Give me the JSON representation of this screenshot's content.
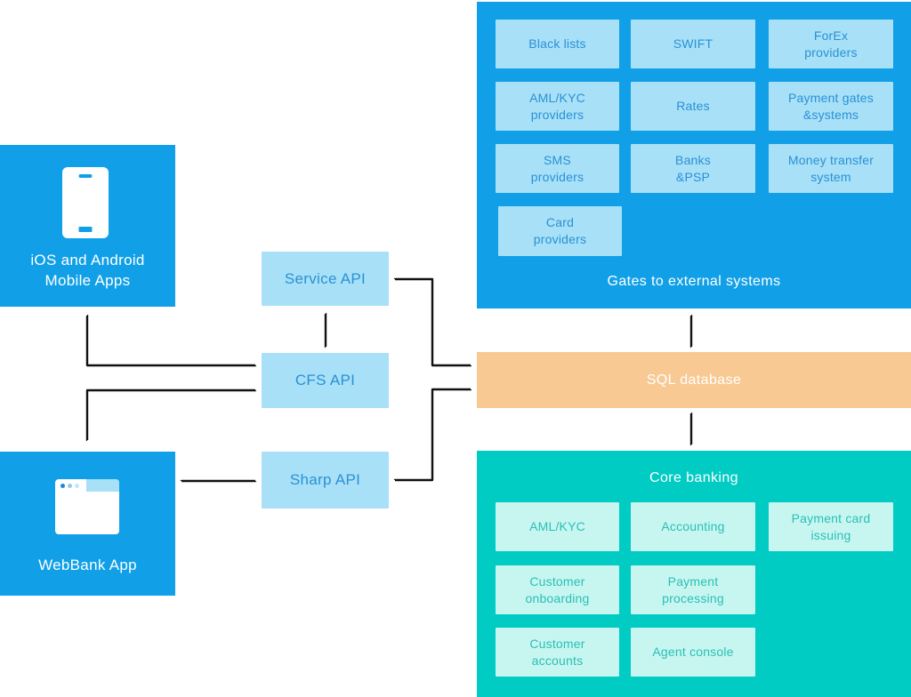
{
  "colors": {
    "blue": "#11A0E7",
    "light_blue": "#A8E0F7",
    "blue_text": "#2991D6",
    "orange": "#F8C992",
    "teal": "#00CCC3",
    "light_cyan": "#C7F6F1",
    "teal_text": "#2ABFB4",
    "arrow": "#111111",
    "white": "#FFFFFF"
  },
  "mobile_apps": {
    "label": "iOS and Android\nMobile Apps"
  },
  "webbank": {
    "label": "WebBank App"
  },
  "apis": {
    "service": "Service API",
    "cfs": "CFS API",
    "sharp": "Sharp API"
  },
  "sql": {
    "label": "SQL database"
  },
  "gates": {
    "title": "Gates to external systems",
    "items": [
      {
        "label": "Black lists"
      },
      {
        "label": "SWIFT"
      },
      {
        "label": "ForEx\nproviders"
      },
      {
        "label": "AML/KYC\nproviders"
      },
      {
        "label": "Rates"
      },
      {
        "label": "Payment gates\n&systems"
      },
      {
        "label": "SMS\nproviders"
      },
      {
        "label": "Banks\n&PSP"
      },
      {
        "label": "Money transfer\nsystem"
      },
      {
        "label": "Card\nproviders"
      }
    ]
  },
  "core": {
    "title": "Core banking",
    "items": [
      {
        "label": "AML/KYC"
      },
      {
        "label": "Accounting"
      },
      {
        "label": "Payment card\nissuing"
      },
      {
        "label": "Customer\nonboarding"
      },
      {
        "label": "Payment\nprocessing"
      },
      {
        "label": "Customer\naccounts"
      },
      {
        "label": "Agent console"
      }
    ]
  },
  "connections": [
    {
      "from": "iOS and Android Mobile Apps",
      "to": "CFS API",
      "type": "bidirectional"
    },
    {
      "from": "WebBank App",
      "to": "CFS API",
      "type": "bidirectional"
    },
    {
      "from": "WebBank App",
      "to": "Sharp API",
      "type": "bidirectional"
    },
    {
      "from": "Service API",
      "to": "CFS API",
      "type": "bidirectional"
    },
    {
      "from": "Service API",
      "to": "SQL database",
      "type": "bidirectional"
    },
    {
      "from": "Sharp API",
      "to": "SQL database",
      "type": "bidirectional"
    },
    {
      "from": "Gates to external systems",
      "to": "SQL database",
      "type": "bidirectional"
    },
    {
      "from": "Core banking",
      "to": "SQL database",
      "type": "bidirectional"
    }
  ]
}
